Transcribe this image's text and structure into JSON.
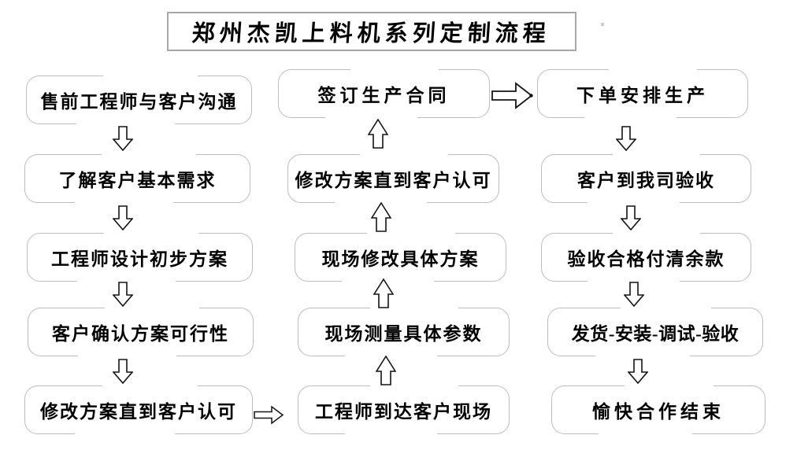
{
  "title": "郑州杰凯上料机系列定制流程",
  "columns": {
    "left": [
      "售前工程师与客户沟通",
      "了解客户基本需求",
      "工程师设计初步方案",
      "客户确认方案可行性",
      "修改方案直到客户认可"
    ],
    "middle": [
      "签订生产合同",
      "修改方案直到客户认可",
      "现场修改具体方案",
      "现场测量具体参数",
      "工程师到达客户现场"
    ],
    "right": [
      "下单安排生产",
      "客户到我司验收",
      "验收合格付清余款",
      "发货-安装-调试-验收",
      "愉快合作结束"
    ]
  },
  "flow": {
    "left_column_direction": "down",
    "middle_column_direction": "up",
    "right_column_direction": "down",
    "left_to_middle_link": "修改方案直到客户认可 → 工程师到达客户现场",
    "middle_to_right_link": "签订生产合同 → 下单安排生产"
  },
  "icons": {
    "down_arrow": "hollow-block-arrow-down",
    "up_arrow": "hollow-block-arrow-up",
    "right_arrow": "hollow-block-arrow-right"
  },
  "colors": {
    "background": "#ffffff",
    "box_border": "#bcbcbc",
    "title_border": "#a9a9a9",
    "arrow_outline": "#141414",
    "text": "#000000"
  }
}
